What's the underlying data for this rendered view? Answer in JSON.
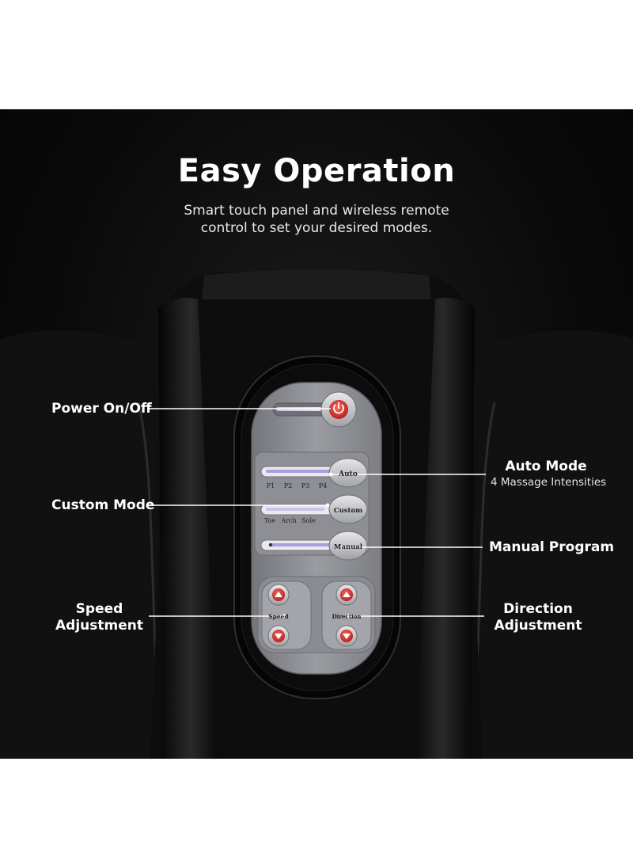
{
  "header": {
    "title": "Easy Operation",
    "subtitle_line1": "Smart touch panel and wireless remote",
    "subtitle_line2": "control to set your desired modes."
  },
  "callouts": {
    "power": "Power On/Off",
    "auto_title": "Auto Mode",
    "auto_sub": "4 Massage Intensities",
    "custom": "Custom Mode",
    "manual": "Manual Program",
    "speed_line1": "Speed",
    "speed_line2": "Adjustment",
    "direction_line1": "Direction",
    "direction_line2": "Adjustment"
  },
  "panel": {
    "auto_button": "Auto",
    "auto_levels": [
      "P1",
      "P2",
      "P3",
      "P4"
    ],
    "custom_button": "Custom",
    "custom_zones": [
      "Toe",
      "Arch",
      "Sole"
    ],
    "manual_button": "Manual",
    "speed_label": "Speed",
    "direction_label": "Direction"
  },
  "colors": {
    "background": "#0b0b0b",
    "panel_face": "#8c8e93",
    "power_red": "#d4322f",
    "indicator_purple": "#9c8fd6",
    "text_white": "#ffffff"
  },
  "icons": {
    "power": "power-icon",
    "arrow_up": "arrow-up-icon",
    "arrow_down": "arrow-down-icon"
  }
}
